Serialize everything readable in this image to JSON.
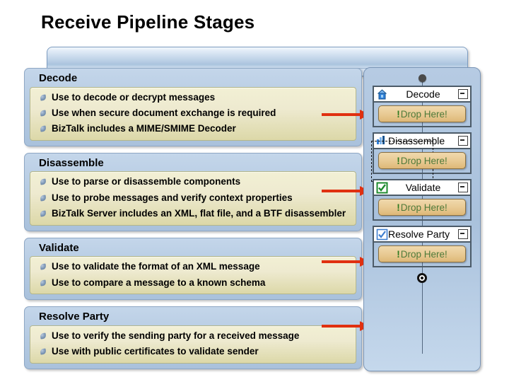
{
  "slide": {
    "title": "Receive Pipeline Stages"
  },
  "colors": {
    "arrow_red": "#e03010",
    "card_blue": "#b3c9e1",
    "bullet_box_cream": "#eeead0",
    "drop_zone_tan": "#e8c992",
    "drop_text_green": "#4f7a3a",
    "panel_blue": "#a9c1dc"
  },
  "stages": [
    {
      "name": "Decode",
      "bullets": [
        "Use to decode or decrypt messages",
        "Use when secure document exchange is required",
        "BizTalk includes a MIME/SMIME Decoder"
      ]
    },
    {
      "name": "Disassemble",
      "bullets": [
        "Use to parse or disassemble components",
        "Use to probe messages and verify context properties",
        "BizTalk Server includes an XML, flat file, and a BTF disassembler"
      ]
    },
    {
      "name": "Validate",
      "bullets": [
        "Use to validate the format of an XML message",
        "Use to compare a message to a known schema"
      ]
    },
    {
      "name": "Resolve Party",
      "bullets": [
        "Use to verify the sending party for a received message",
        "Use with public certificates to validate sender"
      ]
    }
  ],
  "pipeline": {
    "start_node": "start-node",
    "end_node": "end-node",
    "drop_label": "Drop Here!",
    "drop_bang": "!",
    "collapse_symbol": "-",
    "stages": [
      {
        "label": "Decode",
        "icon": "decode-icon",
        "drop_label": "Drop Here!",
        "selected": false
      },
      {
        "label": "Disassemble",
        "icon": "disassemble-icon",
        "drop_label": "Drop Here!",
        "selected": true
      },
      {
        "label": "Validate",
        "icon": "validate-icon",
        "drop_label": "Drop Here!",
        "selected": false
      },
      {
        "label": "Resolve Party",
        "icon": "resolve-party-icon",
        "drop_label": "Drop Here!",
        "selected": false
      }
    ]
  }
}
